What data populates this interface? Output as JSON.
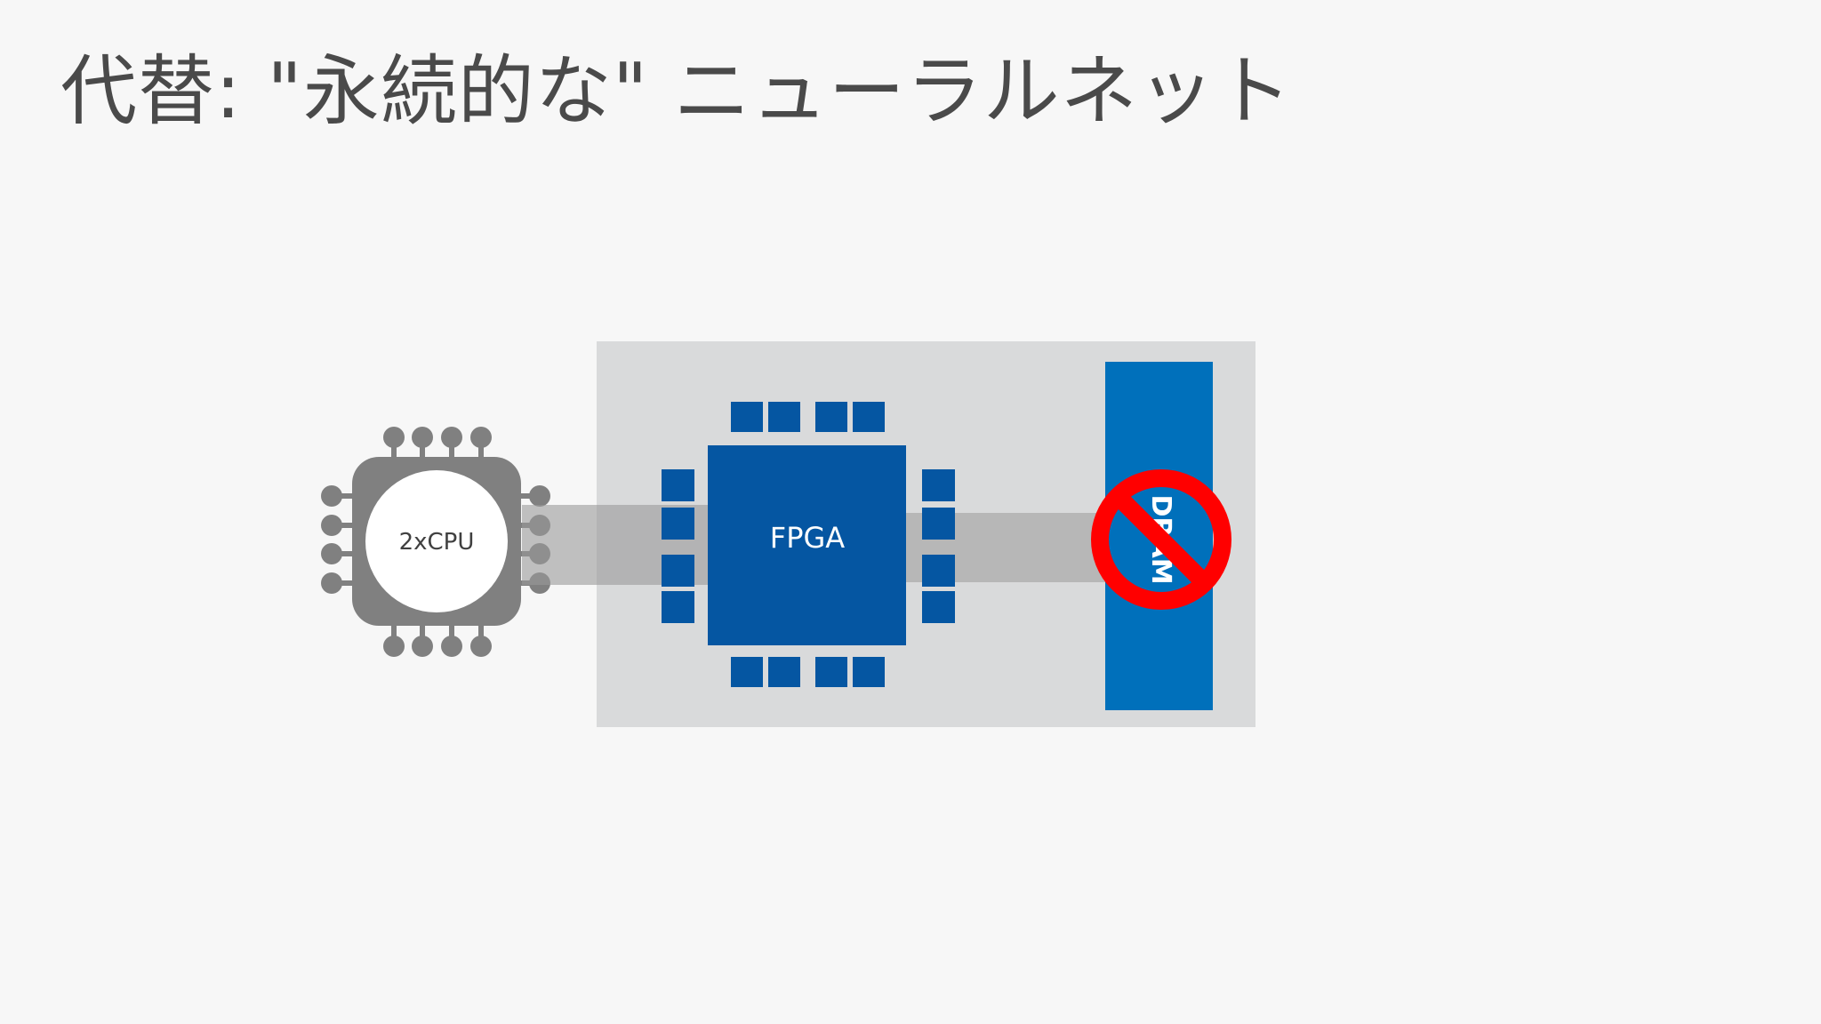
{
  "slide": {
    "title": "代替: \"永続的な\" ニューラルネット"
  },
  "diagram": {
    "cpu_label": "2xCPU",
    "fpga_label": "FPGA",
    "dram_label": "DRAM",
    "dram_status": "prohibited",
    "colors": {
      "cpu_gray": "#808080",
      "board_gray": "#d9dadb",
      "connector_gray": "#b2b2b2",
      "fpga_blue": "#0556a2",
      "dram_blue": "#0070bb",
      "prohibit_red": "#ff0000"
    }
  }
}
